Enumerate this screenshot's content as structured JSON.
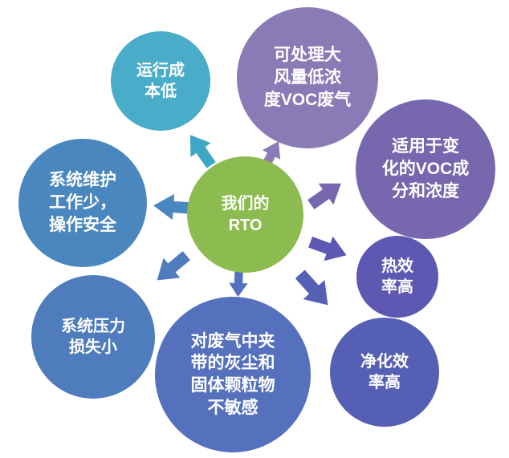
{
  "center": {
    "label": "我们的\nRTO",
    "color": "#8cbb4f",
    "text_color": "#ffffff"
  },
  "bubbles": [
    {
      "id": "operating-cost",
      "label": "运行成\n本低",
      "color": "#49acc8"
    },
    {
      "id": "large-air-volume",
      "label": "可处理大\n风量低浓\n度VOC废气",
      "color": "#8a7ab6"
    },
    {
      "id": "voc-variation",
      "label": "适用于变\n化的VOC成\n分和浓度",
      "color": "#7767af"
    },
    {
      "id": "thermal-efficiency",
      "label": "热效\n率高",
      "color": "#5d58b2"
    },
    {
      "id": "purification-efficiency",
      "label": "净化效\n率高",
      "color": "#5560b4"
    },
    {
      "id": "dust-insensitive",
      "label": "对废气中夹\n带的灰尘和\n固体颗粒物\n不敏感",
      "color": "#5571bd"
    },
    {
      "id": "pressure-loss",
      "label": "系统压力\n损失小",
      "color": "#4f7cbc"
    },
    {
      "id": "maintenance-safety",
      "label": "系统维护\n工作少，\n操作安全",
      "color": "#4a87be"
    }
  ],
  "arrows": [
    {
      "points_to": "operating-cost",
      "color": "#3da7c5"
    },
    {
      "points_to": "large-air-volume",
      "color": "#8a7ab6"
    },
    {
      "points_to": "voc-variation",
      "color": "#7767af"
    },
    {
      "points_to": "thermal-efficiency",
      "color": "#5d58b2"
    },
    {
      "points_to": "purification-efficiency",
      "color": "#5560b4"
    },
    {
      "points_to": "dust-insensitive",
      "color": "#5571bd"
    },
    {
      "points_to": "pressure-loss",
      "color": "#4f7cbc"
    },
    {
      "points_to": "maintenance-safety",
      "color": "#4a87be"
    }
  ]
}
